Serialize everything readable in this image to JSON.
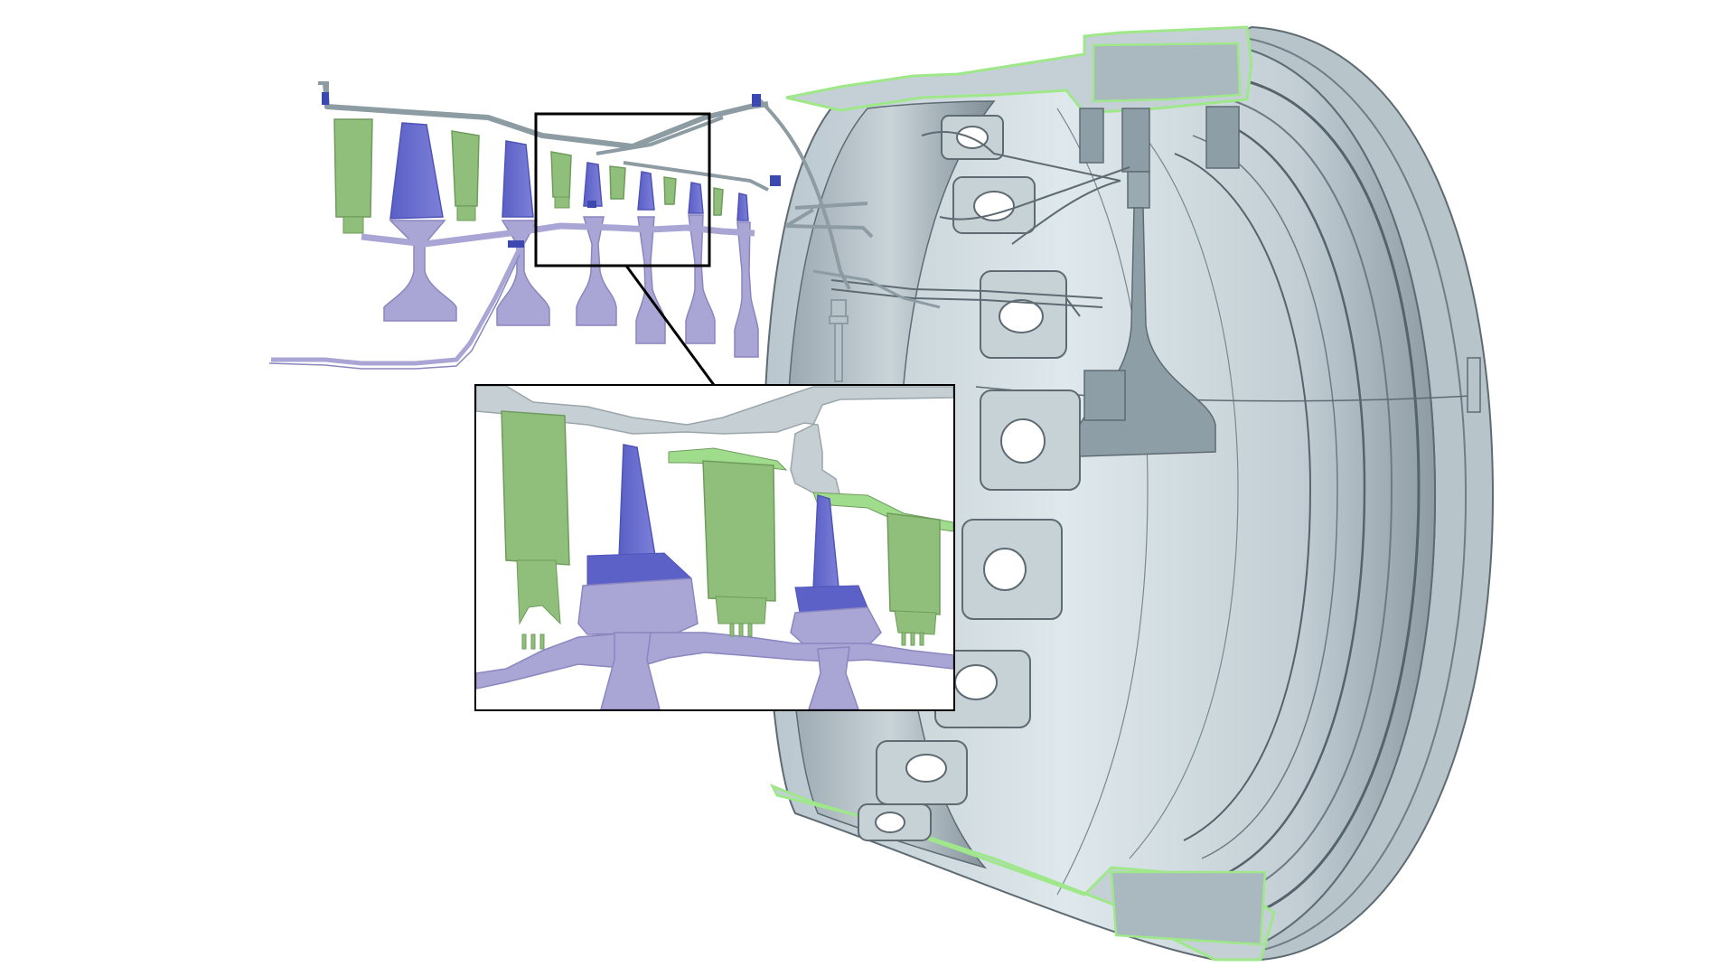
{
  "figure": {
    "background": "#ffffff",
    "colors": {
      "stator_vane": "#8fbf7a",
      "stator_vane_edge": "#6f9c5c",
      "rotor_blade": "#6a6fd0",
      "rotor_blade_dark": "#4f54b8",
      "disk": "#a9a6d6",
      "disk_edge": "#8a86bf",
      "casing_light": "#d3dde2",
      "casing_mid": "#b6c3ca",
      "casing_dark": "#8c9aa2",
      "casing_edge": "#5e6b72",
      "section_cut": "#b9f0a8",
      "callout_frame": "#000000"
    },
    "components": {
      "left_section": "compressor-cross-section",
      "right_section": "turbine-casing-cutaway",
      "callout": "detail-magnifier-box"
    }
  }
}
